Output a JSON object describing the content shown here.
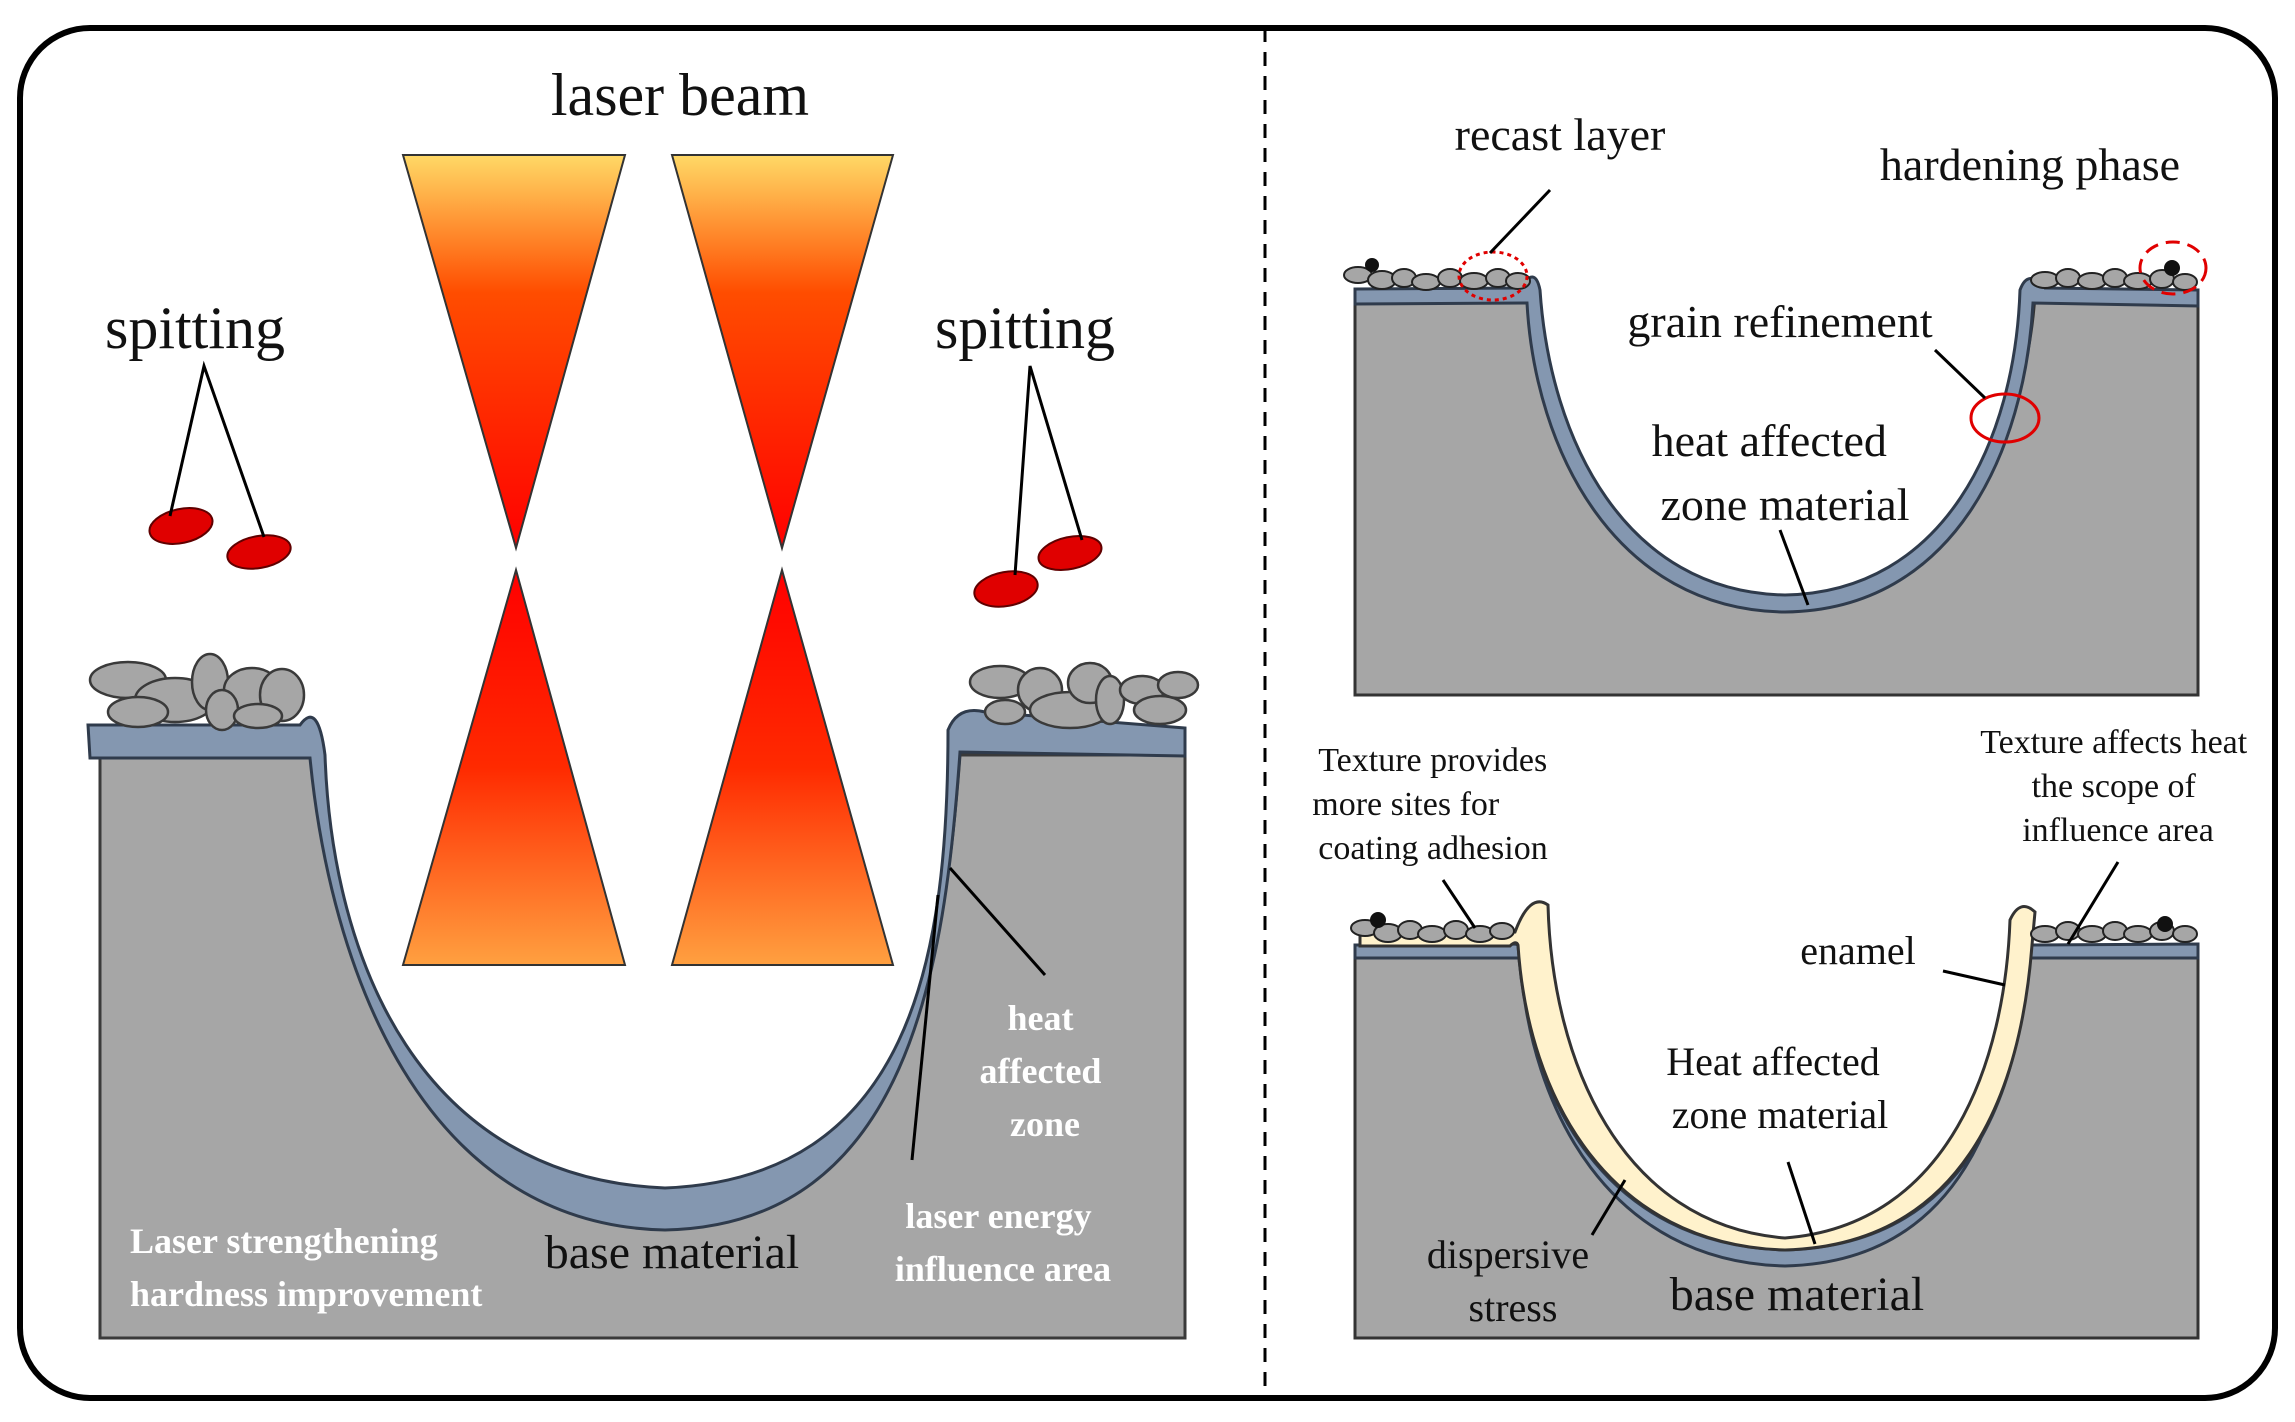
{
  "left_panel": {
    "title": "laser beam",
    "spitting_left": "spitting",
    "spitting_right": "spitting",
    "heat_affected_zone": [
      "heat",
      "affected",
      "zone"
    ],
    "laser_energy_influence": [
      "laser energy",
      "influence area"
    ],
    "base_material": "base material",
    "laser_strengthening": [
      "Laser strengthening",
      "hardness improvement"
    ]
  },
  "right_top": {
    "recast_layer": "recast layer",
    "hardening_phase": "hardening phase",
    "grain_refinement": "grain refinement",
    "heat_affected": [
      "heat affected",
      "zone material"
    ]
  },
  "right_bottom": {
    "texture_sites": [
      "Texture provides",
      "more sites for",
      "coating adhesion"
    ],
    "texture_heat": [
      "Texture affects heat",
      "the scope of",
      "influence area"
    ],
    "enamel": "enamel",
    "heat_affected": [
      "Heat affected",
      "zone material"
    ],
    "dispersive_stress": [
      "dispersive",
      "stress"
    ],
    "base_material": "base material"
  },
  "colors": {
    "base": "#a6a6a6",
    "haz": "#8497b0",
    "enamel": "#fff2cc",
    "beam_hot": "#ff0000",
    "beam_warm": "#ffd966",
    "spatter": "#e00000",
    "debris": "#a6a6a6"
  }
}
